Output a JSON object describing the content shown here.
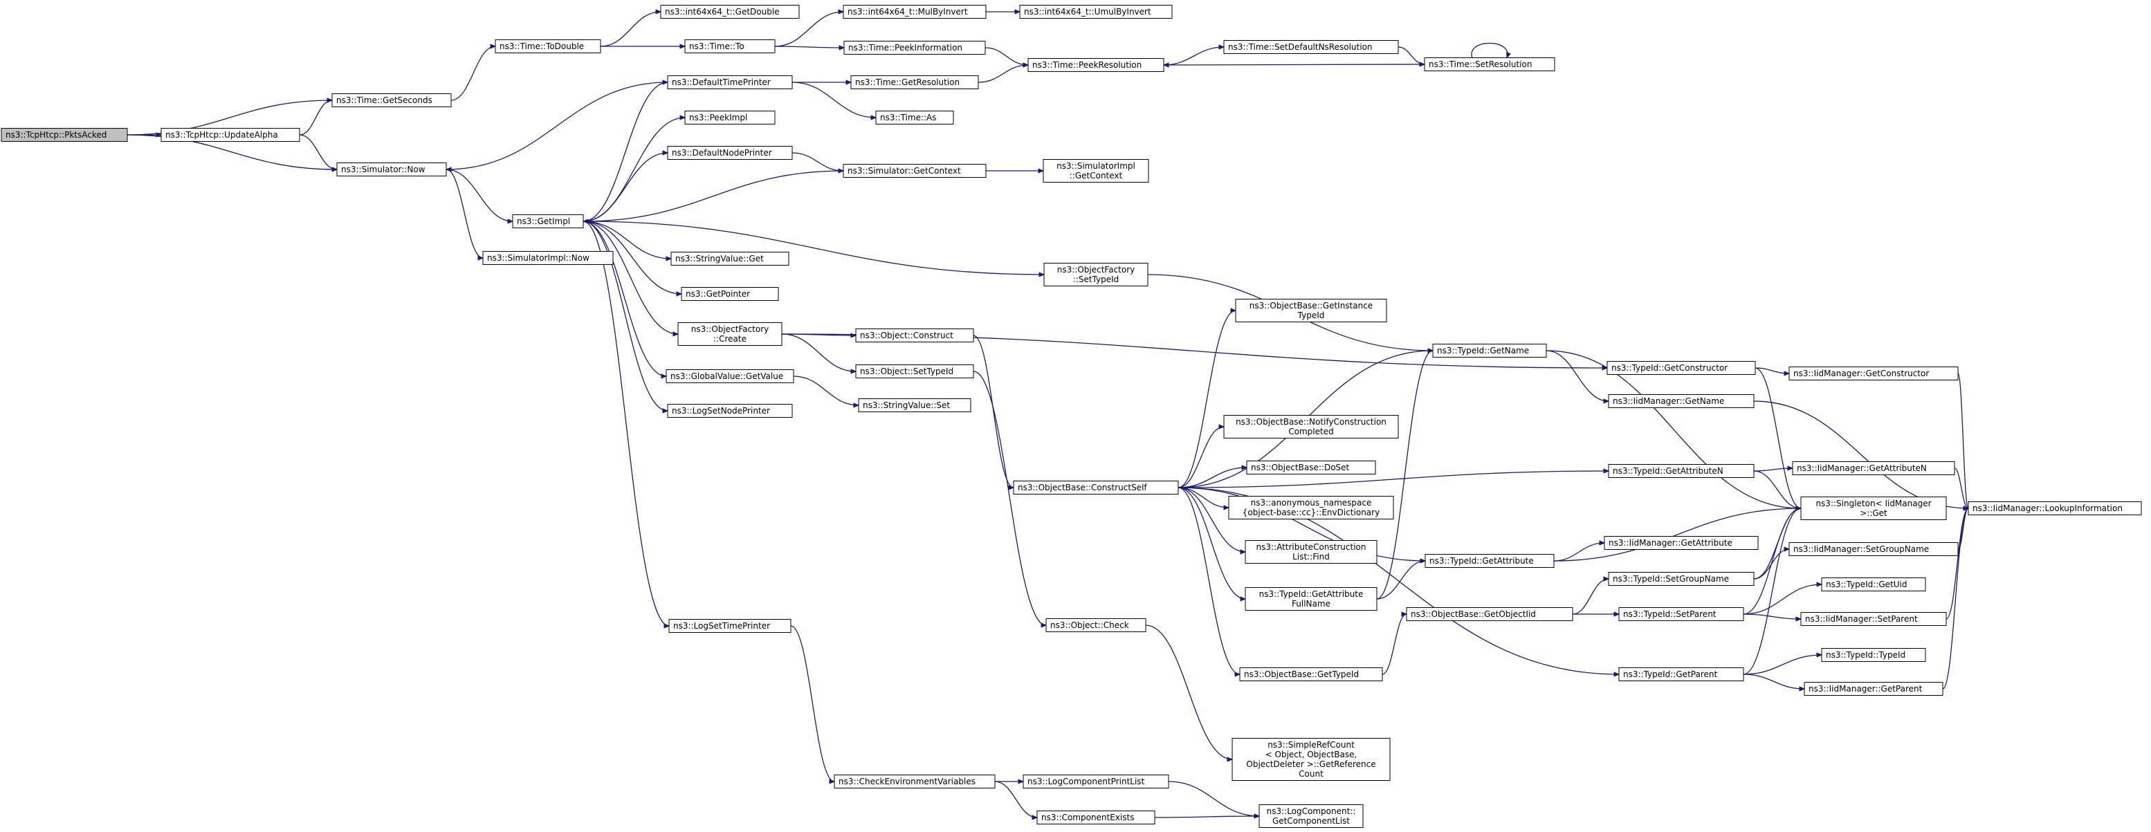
{
  "colors": {
    "edge": "#191970",
    "node_border": "#000000",
    "root_fill": "#bfbfbf",
    "node_fill": "#ffffff"
  },
  "nodes": [
    {
      "id": "pktsacked",
      "lines": [
        "ns3::TcpHtcp::PktsAcked"
      ],
      "root": true
    },
    {
      "id": "updatealpha",
      "lines": [
        "ns3::TcpHtcp::UpdateAlpha"
      ]
    },
    {
      "id": "getseconds",
      "lines": [
        "ns3::Time::GetSeconds"
      ]
    },
    {
      "id": "simnow",
      "lines": [
        "ns3::Simulator::Now"
      ]
    },
    {
      "id": "todouble",
      "lines": [
        "ns3::Time::ToDouble"
      ]
    },
    {
      "id": "getimpl",
      "lines": [
        "ns3::GetImpl"
      ]
    },
    {
      "id": "simimplnow",
      "lines": [
        "ns3::SimulatorImpl::Now"
      ]
    },
    {
      "id": "getdouble",
      "lines": [
        "ns3::int64x64_t::GetDouble"
      ]
    },
    {
      "id": "timeto",
      "lines": [
        "ns3::Time::To"
      ]
    },
    {
      "id": "defaulttimeprinter",
      "lines": [
        "ns3::DefaultTimePrinter"
      ]
    },
    {
      "id": "peekimpl",
      "lines": [
        "ns3::PeekImpl"
      ]
    },
    {
      "id": "defaultnodeprinter",
      "lines": [
        "ns3::DefaultNodePrinter"
      ]
    },
    {
      "id": "stringvalueget",
      "lines": [
        "ns3::StringValue::Get"
      ]
    },
    {
      "id": "getpointer",
      "lines": [
        "ns3::GetPointer"
      ]
    },
    {
      "id": "objfactorycreate",
      "lines": [
        "ns3::ObjectFactory",
        "::Create"
      ]
    },
    {
      "id": "globalvalue",
      "lines": [
        "ns3::GlobalValue::GetValue"
      ]
    },
    {
      "id": "logsetnodeprinter",
      "lines": [
        "ns3::LogSetNodePrinter"
      ]
    },
    {
      "id": "logsettimeprinter",
      "lines": [
        "ns3::LogSetTimePrinter"
      ]
    },
    {
      "id": "mulbyinvert",
      "lines": [
        "ns3::int64x64_t::MulByInvert"
      ]
    },
    {
      "id": "peekinformation",
      "lines": [
        "ns3::Time::PeekInformation"
      ]
    },
    {
      "id": "getresolution",
      "lines": [
        "ns3::Time::GetResolution"
      ]
    },
    {
      "id": "timeas",
      "lines": [
        "ns3::Time::As"
      ]
    },
    {
      "id": "simgetcontext",
      "lines": [
        "ns3::Simulator::GetContext"
      ]
    },
    {
      "id": "objconstruct",
      "lines": [
        "ns3::Object::Construct"
      ]
    },
    {
      "id": "objsettypeid",
      "lines": [
        "ns3::Object::SetTypeId"
      ]
    },
    {
      "id": "stringvalueset",
      "lines": [
        "ns3::StringValue::Set"
      ]
    },
    {
      "id": "checkenv",
      "lines": [
        "ns3::CheckEnvironmentVariables"
      ]
    },
    {
      "id": "umulbyinvert",
      "lines": [
        "ns3::int64x64_t::UmulByInvert"
      ]
    },
    {
      "id": "peekresolution",
      "lines": [
        "ns3::Time::PeekResolution"
      ]
    },
    {
      "id": "simimplgetcontext",
      "lines": [
        "ns3::SimulatorImpl",
        "::GetContext"
      ]
    },
    {
      "id": "objfactorysettypeid",
      "lines": [
        "ns3::ObjectFactory",
        "::SetTypeId"
      ]
    },
    {
      "id": "constructself",
      "lines": [
        "ns3::ObjectBase::ConstructSelf"
      ]
    },
    {
      "id": "objectcheck",
      "lines": [
        "ns3::Object::Check"
      ]
    },
    {
      "id": "logcomponentprintlist",
      "lines": [
        "ns3::LogComponentPrintList"
      ]
    },
    {
      "id": "componentexists",
      "lines": [
        "ns3::ComponentExists"
      ]
    },
    {
      "id": "setdefaultnsres",
      "lines": [
        "ns3::Time::SetDefaultNsResolution"
      ]
    },
    {
      "id": "getinstancetypeid",
      "lines": [
        "ns3::ObjectBase::GetInstance",
        "TypeId"
      ]
    },
    {
      "id": "notifyconstruction",
      "lines": [
        "ns3::ObjectBase::NotifyConstruction",
        "Completed"
      ]
    },
    {
      "id": "doset",
      "lines": [
        "ns3::ObjectBase::DoSet"
      ]
    },
    {
      "id": "envdictionary",
      "lines": [
        "ns3::anonymous_namespace",
        "{object-base::cc}::EnvDictionary"
      ]
    },
    {
      "id": "attrconstructionfind",
      "lines": [
        "ns3::AttributeConstruction",
        "List::Find"
      ]
    },
    {
      "id": "getattributefullname",
      "lines": [
        "ns3::TypeId::GetAttribute",
        "FullName"
      ]
    },
    {
      "id": "objbasegettypeid",
      "lines": [
        "ns3::ObjectBase::GetTypeId"
      ]
    },
    {
      "id": "simplerefcount",
      "lines": [
        "ns3::SimpleRefCount",
        "< Object, ObjectBase,",
        "ObjectDeleter >::GetReference",
        "Count"
      ]
    },
    {
      "id": "getcomponentlist",
      "lines": [
        "ns3::LogComponent::",
        "GetComponentList"
      ]
    },
    {
      "id": "setresolution",
      "lines": [
        "ns3::Time::SetResolution"
      ]
    },
    {
      "id": "typeidgetname",
      "lines": [
        "ns3::TypeId::GetName"
      ]
    },
    {
      "id": "typeidgetattribute",
      "lines": [
        "ns3::TypeId::GetAttribute"
      ]
    },
    {
      "id": "getobjectiid",
      "lines": [
        "ns3::ObjectBase::GetObjectIid"
      ]
    },
    {
      "id": "typeidgetconstructor",
      "lines": [
        "ns3::TypeId::GetConstructor"
      ]
    },
    {
      "id": "iidgetname",
      "lines": [
        "ns3::IidManager::GetName"
      ]
    },
    {
      "id": "typeidgetattributen",
      "lines": [
        "ns3::TypeId::GetAttributeN"
      ]
    },
    {
      "id": "iidgetattribute",
      "lines": [
        "ns3::IidManager::GetAttribute"
      ]
    },
    {
      "id": "typeidsetgroupname",
      "lines": [
        "ns3::TypeId::SetGroupName"
      ]
    },
    {
      "id": "typeidsetparent",
      "lines": [
        "ns3::TypeId::SetParent"
      ]
    },
    {
      "id": "typeidgetparent",
      "lines": [
        "ns3::TypeId::GetParent"
      ]
    },
    {
      "id": "iidgetconstructor",
      "lines": [
        "ns3::IidManager::GetConstructor"
      ]
    },
    {
      "id": "iidgetattributen",
      "lines": [
        "ns3::IidManager::GetAttributeN"
      ]
    },
    {
      "id": "singletonget",
      "lines": [
        "ns3::Singleton< IidManager",
        " >::Get"
      ]
    },
    {
      "id": "iidsetgroupname",
      "lines": [
        "ns3::IidManager::SetGroupName"
      ]
    },
    {
      "id": "typeidgetuid",
      "lines": [
        "ns3::TypeId::GetUid"
      ]
    },
    {
      "id": "iidsetparent",
      "lines": [
        "ns3::IidManager::SetParent"
      ]
    },
    {
      "id": "typeidtypeid",
      "lines": [
        "ns3::TypeId::TypeId"
      ]
    },
    {
      "id": "iidgetparent",
      "lines": [
        "ns3::IidManager::GetParent"
      ]
    },
    {
      "id": "lookupinformation",
      "lines": [
        "ns3::IidManager::LookupInformation"
      ]
    }
  ],
  "edges": [
    [
      "pktsacked",
      "getseconds"
    ],
    [
      "pktsacked",
      "simnow"
    ],
    [
      "pktsacked",
      "updatealpha"
    ],
    [
      "updatealpha",
      "getseconds"
    ],
    [
      "updatealpha",
      "simnow"
    ],
    [
      "getseconds",
      "todouble"
    ],
    [
      "todouble",
      "getdouble"
    ],
    [
      "todouble",
      "timeto"
    ],
    [
      "timeto",
      "mulbyinvert"
    ],
    [
      "timeto",
      "peekinformation"
    ],
    [
      "mulbyinvert",
      "umulbyinvert"
    ],
    [
      "peekinformation",
      "peekresolution"
    ],
    [
      "simnow",
      "getimpl"
    ],
    [
      "simnow",
      "simimplnow"
    ],
    [
      "getimpl",
      "defaulttimeprinter"
    ],
    [
      "getimpl",
      "peekimpl"
    ],
    [
      "getimpl",
      "defaultnodeprinter"
    ],
    [
      "getimpl",
      "stringvalueget"
    ],
    [
      "getimpl",
      "getpointer"
    ],
    [
      "getimpl",
      "objfactorycreate"
    ],
    [
      "getimpl",
      "globalvalue"
    ],
    [
      "getimpl",
      "logsetnodeprinter"
    ],
    [
      "getimpl",
      "logsettimeprinter"
    ],
    [
      "getimpl",
      "objfactorysettypeid"
    ],
    [
      "defaulttimeprinter",
      "simnow"
    ],
    [
      "defaulttimeprinter",
      "getresolution"
    ],
    [
      "defaulttimeprinter",
      "timeas"
    ],
    [
      "getresolution",
      "peekresolution"
    ],
    [
      "defaultnodeprinter",
      "simgetcontext"
    ],
    [
      "simgetcontext",
      "getimpl"
    ],
    [
      "simgetcontext",
      "simimplgetcontext"
    ],
    [
      "objfactorycreate",
      "objconstruct"
    ],
    [
      "objfactorycreate",
      "objsettypeid"
    ],
    [
      "objfactorycreate",
      "typeidgetconstructor"
    ],
    [
      "globalvalue",
      "stringvalueset"
    ],
    [
      "objconstruct",
      "constructself"
    ],
    [
      "objsettypeid",
      "objectcheck"
    ],
    [
      "objectcheck",
      "simplerefcount"
    ],
    [
      "logsettimeprinter",
      "checkenv"
    ],
    [
      "checkenv",
      "logcomponentprintlist"
    ],
    [
      "checkenv",
      "componentexists"
    ],
    [
      "logcomponentprintlist",
      "getcomponentlist"
    ],
    [
      "componentexists",
      "getcomponentlist"
    ],
    [
      "peekresolution",
      "setdefaultnsres"
    ],
    [
      "setdefaultnsres",
      "setresolution"
    ],
    [
      "setresolution",
      "peekresolution"
    ],
    [
      "setresolution",
      "setresolution"
    ],
    [
      "objfactorysettypeid",
      "typeidgetname"
    ],
    [
      "constructself",
      "getinstancetypeid"
    ],
    [
      "constructself",
      "typeidgetname"
    ],
    [
      "constructself",
      "notifyconstruction"
    ],
    [
      "constructself",
      "doset"
    ],
    [
      "constructself",
      "envdictionary"
    ],
    [
      "constructself",
      "attrconstructionfind"
    ],
    [
      "constructself",
      "getattributefullname"
    ],
    [
      "constructself",
      "objbasegettypeid"
    ],
    [
      "constructself",
      "typeidgetattribute"
    ],
    [
      "constructself",
      "typeidgetattributen"
    ],
    [
      "constructself",
      "typeidgetparent"
    ],
    [
      "getattributefullname",
      "typeidgetname"
    ],
    [
      "getattributefullname",
      "typeidgetattribute"
    ],
    [
      "objbasegettypeid",
      "getobjectiid"
    ],
    [
      "getobjectiid",
      "typeidsetgroupname"
    ],
    [
      "getobjectiid",
      "typeidsetparent"
    ],
    [
      "typeidgetname",
      "iidgetname"
    ],
    [
      "typeidgetname",
      "singletonget"
    ],
    [
      "typeidgetconstructor",
      "iidgetconstructor"
    ],
    [
      "typeidgetconstructor",
      "singletonget"
    ],
    [
      "typeidgetattributen",
      "iidgetattributen"
    ],
    [
      "typeidgetattributen",
      "singletonget"
    ],
    [
      "typeidgetattribute",
      "iidgetattribute"
    ],
    [
      "typeidgetattribute",
      "singletonget"
    ],
    [
      "typeidsetgroupname",
      "iidsetgroupname"
    ],
    [
      "typeidsetgroupname",
      "singletonget"
    ],
    [
      "typeidsetparent",
      "typeidgetuid"
    ],
    [
      "typeidsetparent",
      "iidsetparent"
    ],
    [
      "typeidsetparent",
      "singletonget"
    ],
    [
      "typeidgetparent",
      "typeidtypeid"
    ],
    [
      "typeidgetparent",
      "iidgetparent"
    ],
    [
      "typeidgetparent",
      "singletonget"
    ],
    [
      "iidgetname",
      "lookupinformation"
    ],
    [
      "iidgetconstructor",
      "lookupinformation"
    ],
    [
      "iidgetattributen",
      "lookupinformation"
    ],
    [
      "iidsetgroupname",
      "lookupinformation"
    ],
    [
      "iidsetparent",
      "lookupinformation"
    ],
    [
      "iidgetparent",
      "lookupinformation"
    ]
  ]
}
